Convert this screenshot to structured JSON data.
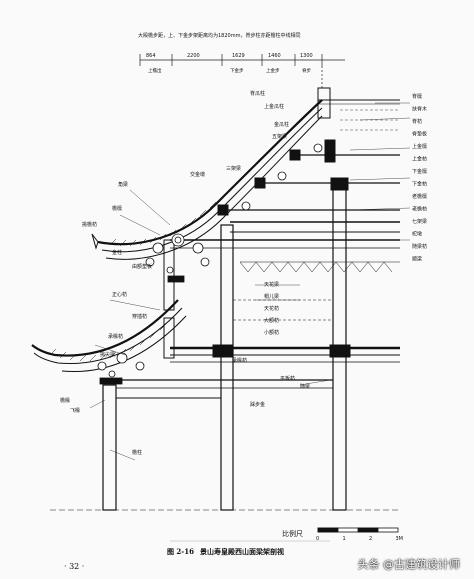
{
  "top_note": "大殿檐步距，上、下金步架距离均为1820mm，脊步柱亦距檐柱中线相同",
  "top_dims": [
    "864",
    "2200",
    "1629",
    "1460",
    "1300"
  ],
  "top_dim_sublabels": [
    "上檐出",
    "下金步",
    "上金步",
    "脊步"
  ],
  "right_labels": [
    "脊檩",
    "扶脊木",
    "脊枋",
    "脊垫板",
    "上金檩",
    "上金枋",
    "下金檩",
    "下金枋",
    "老檐檩",
    "老檐枋",
    "七架梁",
    "柁墩",
    "随梁枋",
    "顺梁"
  ],
  "left_labels": [
    "角梁",
    "檐檩",
    "挑檐枋",
    "正心枋",
    "承椽枋",
    "挑尖梁",
    "檐椽",
    "飞椽",
    "金柱",
    "檐柱",
    "穿插枋",
    "由额垫板"
  ],
  "center_labels": [
    "脊瓜柱",
    "上金瓜柱",
    "金瓜柱",
    "五架梁",
    "三架梁",
    "天花梁",
    "帽儿梁",
    "天花枋",
    "大额枋",
    "小额枋",
    "承椽枋",
    "平板枋",
    "随梁",
    "踩步金",
    "交金墩"
  ],
  "scale": {
    "label": "比例尺",
    "ticks": [
      "0",
      "1",
      "2",
      "3M"
    ]
  },
  "caption": {
    "figure_no": "图 2-16",
    "title": "景山寿皇殿西山面梁架剖视"
  },
  "page_number": "· 32 ·",
  "watermark": "头条 @古建筑设计师"
}
